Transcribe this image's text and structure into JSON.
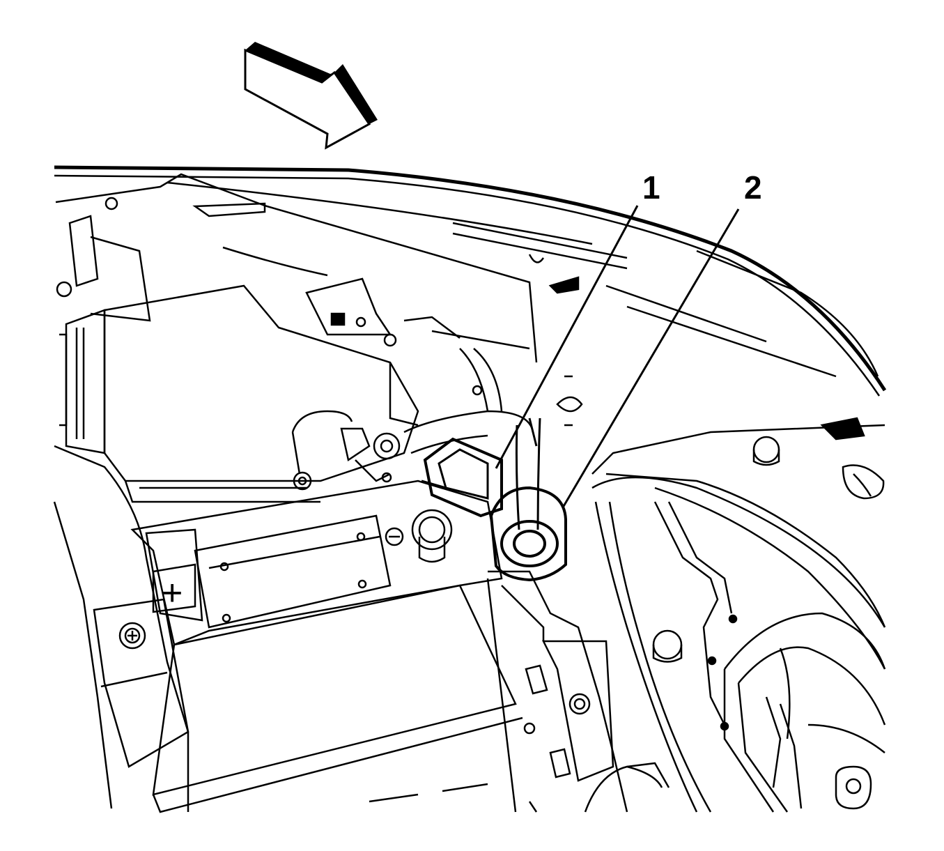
{
  "figure": {
    "view_arrow_icon": "front-direction-arrow",
    "callouts": [
      {
        "id": "1",
        "label": "1"
      },
      {
        "id": "2",
        "label": "2"
      }
    ],
    "battery_terminal_symbol": "+",
    "colors": {
      "line": "#000000",
      "background": "#ffffff"
    }
  }
}
